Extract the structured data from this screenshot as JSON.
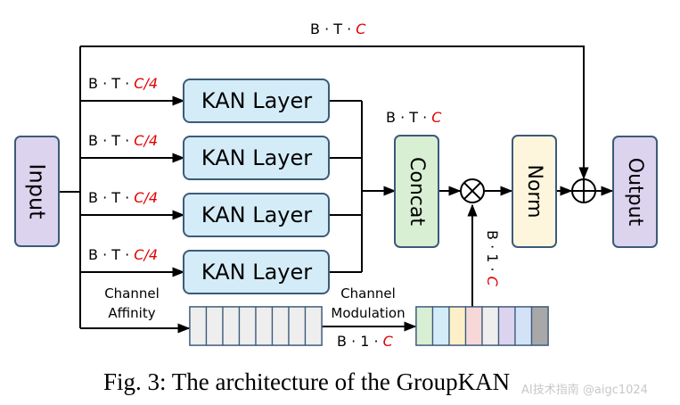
{
  "blocks": {
    "input": "Input",
    "kan_layers": [
      "KAN Layer",
      "KAN Layer",
      "KAN Layer",
      "KAN Layer"
    ],
    "concat": "Concat",
    "norm": "Norm",
    "output": "Output"
  },
  "operators": {
    "multiply": "⊗",
    "add": "⊕"
  },
  "labels": {
    "top_dims": {
      "prefix": "B · T · ",
      "accent": "C"
    },
    "branch_dims": [
      {
        "prefix": "B · T · ",
        "accent": "C/4"
      },
      {
        "prefix": "B · T · ",
        "accent": "C/4"
      },
      {
        "prefix": "B · T · ",
        "accent": "C/4"
      },
      {
        "prefix": "B · T · ",
        "accent": "C/4"
      }
    ],
    "concat_dims": {
      "prefix": "B · T · ",
      "accent": "C"
    },
    "modulation_dims": {
      "prefix": "B · 1 · ",
      "accent": "C"
    },
    "vertical_dims": {
      "prefix": "B · 1 · ",
      "accent": "C"
    },
    "channel_affinity": [
      "Channel",
      "Affinity"
    ],
    "channel_modulation": [
      "Channel",
      "Modulation"
    ]
  },
  "caption": "Fig. 3: The architecture of the GroupKAN",
  "watermark": "AI技术指南 @aigc1024",
  "colors": {
    "input_fill": "#dcd3ee",
    "kan_fill": "#d4ecf8",
    "concat_fill": "#d8efd3",
    "norm_fill": "#fdf6dd",
    "output_fill": "#dcd3ee",
    "stroke": "#3c5a7a",
    "accent": "#e00000",
    "affinity_cell": "#eeeeee",
    "modulation_cells": [
      "#d8efd3",
      "#d4ecf8",
      "#fdf0c8",
      "#f6d8d8",
      "#eeeeee",
      "#dcd3ee",
      "#d4e2f8",
      "#a8a8a8"
    ]
  }
}
